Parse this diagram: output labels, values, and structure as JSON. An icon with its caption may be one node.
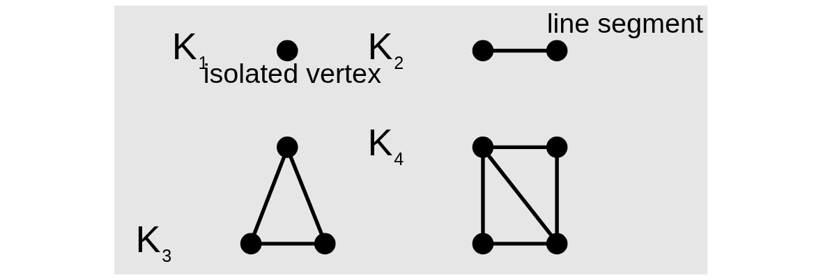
{
  "diagram": {
    "nodes": [
      {
        "text": [],
        "shape": "circle",
        "beside": [
          "isolated vertex"
        ]
      },
      {
        "text": [],
        "shape": "circle"
      },
      {
        "text": [],
        "shape": "circle",
        "beside": [
          "line segment"
        ]
      },
      {
        "text": [],
        "shape": "circle"
      },
      {
        "text": [],
        "shape": "circle"
      },
      {
        "text": [],
        "shape": "circle"
      },
      {
        "text": [],
        "shape": "circle"
      },
      {
        "text": [],
        "shape": "circle"
      },
      {
        "text": [],
        "shape": "circle"
      },
      {
        "text": [],
        "shape": "circle"
      }
    ],
    "edges": [
      {
        "from": 1,
        "to": 2,
        "arrow": "none"
      },
      {
        "from": 3,
        "to": 4,
        "arrow": "none"
      },
      {
        "from": 3,
        "to": 5,
        "arrow": "none"
      },
      {
        "from": 4,
        "to": 5,
        "arrow": "none"
      },
      {
        "from": 6,
        "to": 7,
        "arrow": "none"
      },
      {
        "from": 6,
        "to": 8,
        "arrow": "none"
      },
      {
        "from": 7,
        "to": 9,
        "arrow": "none"
      },
      {
        "from": 8,
        "to": 9,
        "arrow": "none"
      },
      {
        "from": 6,
        "to": 9,
        "arrow": "none"
      }
    ],
    "labels": [
      "K$_{1}$",
      "K$_{2}$",
      "K$_{3}$",
      "K$_{4}$"
    ]
  }
}
